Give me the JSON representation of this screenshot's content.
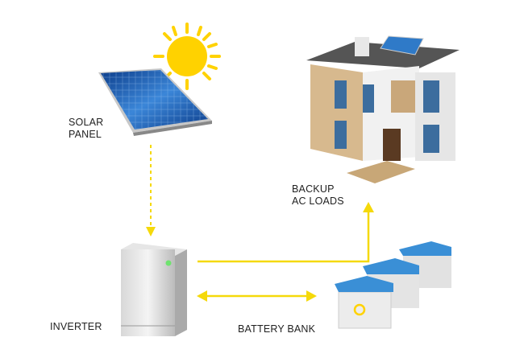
{
  "labels": {
    "solar_panel": [
      "SOLAR",
      "PANEL"
    ],
    "backup_loads": [
      "BACKUP",
      "AC LOADS"
    ],
    "inverter": "INVERTER",
    "battery_bank": "BATTERY BANK"
  },
  "colors": {
    "arrow": "#f5d90a",
    "sun": "#ffd200",
    "panel": "#1f5fb0",
    "battery_lid": "#3a8fd6"
  }
}
